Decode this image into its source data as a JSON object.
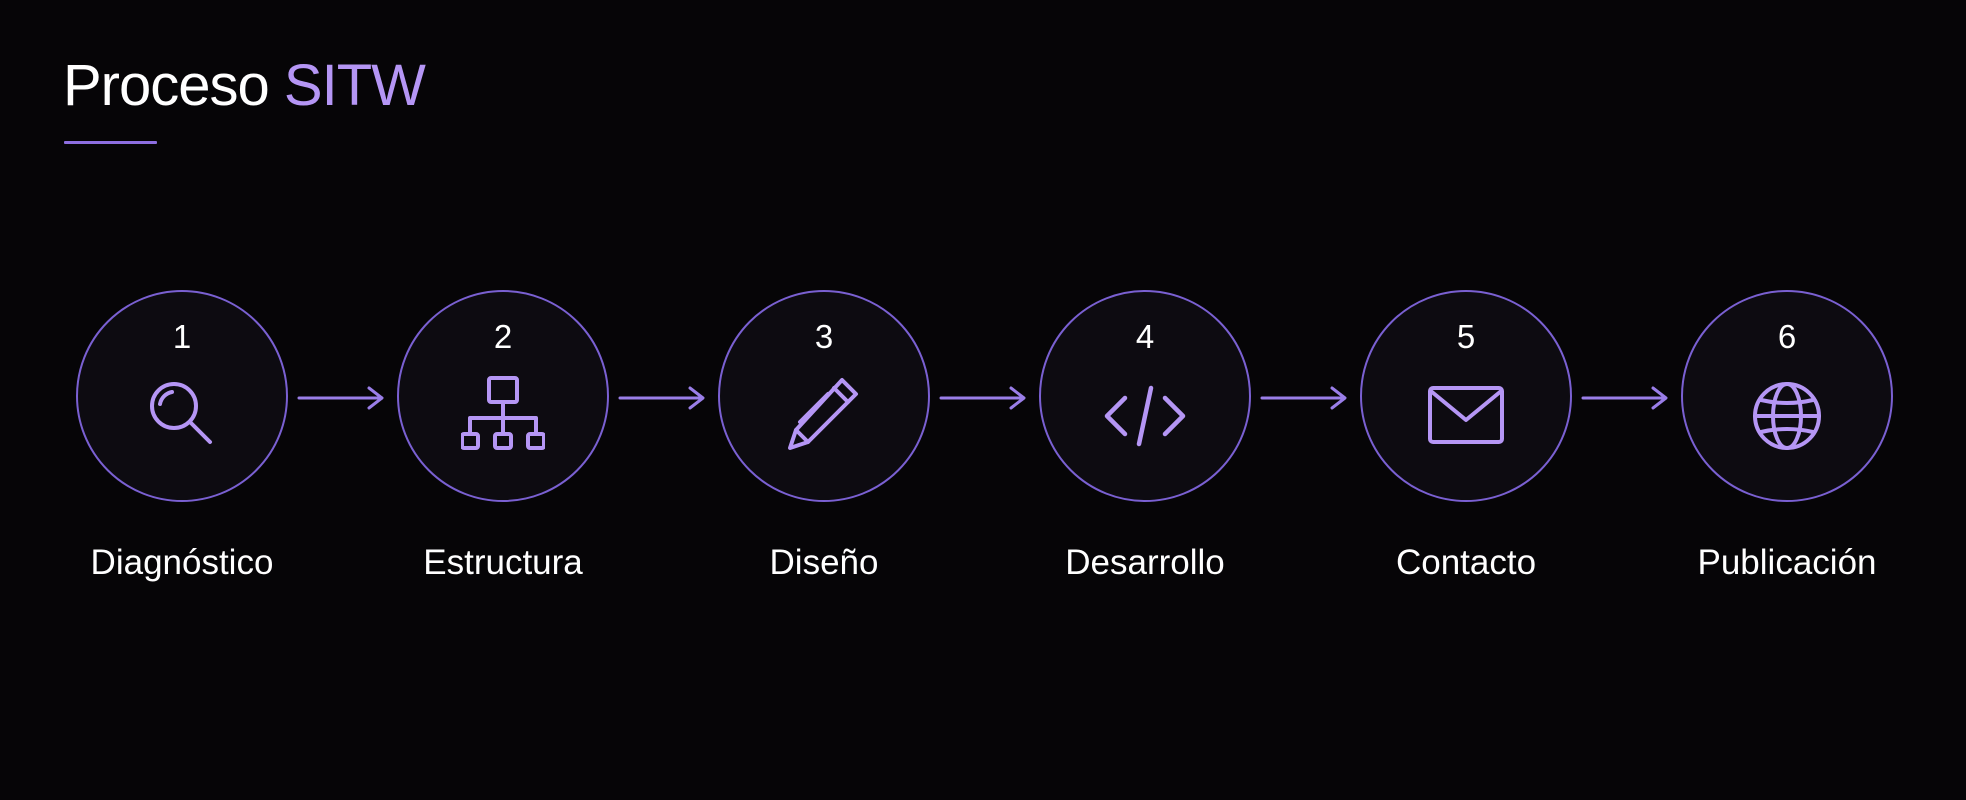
{
  "header": {
    "title_main": "Proceso",
    "title_accent": "SITW"
  },
  "colors": {
    "background": "#060507",
    "accent": "#b596f5",
    "circle_border": "#7a60d2",
    "text": "#ffffff"
  },
  "steps": [
    {
      "number": "1",
      "label": "Diagnóstico",
      "icon": "search-icon"
    },
    {
      "number": "2",
      "label": "Estructura",
      "icon": "sitemap-icon"
    },
    {
      "number": "3",
      "label": "Diseño",
      "icon": "pencil-icon"
    },
    {
      "number": "4",
      "label": "Desarrollo",
      "icon": "code-icon"
    },
    {
      "number": "5",
      "label": "Contacto",
      "icon": "envelope-icon"
    },
    {
      "number": "6",
      "label": "Publicación",
      "icon": "globe-icon"
    }
  ]
}
